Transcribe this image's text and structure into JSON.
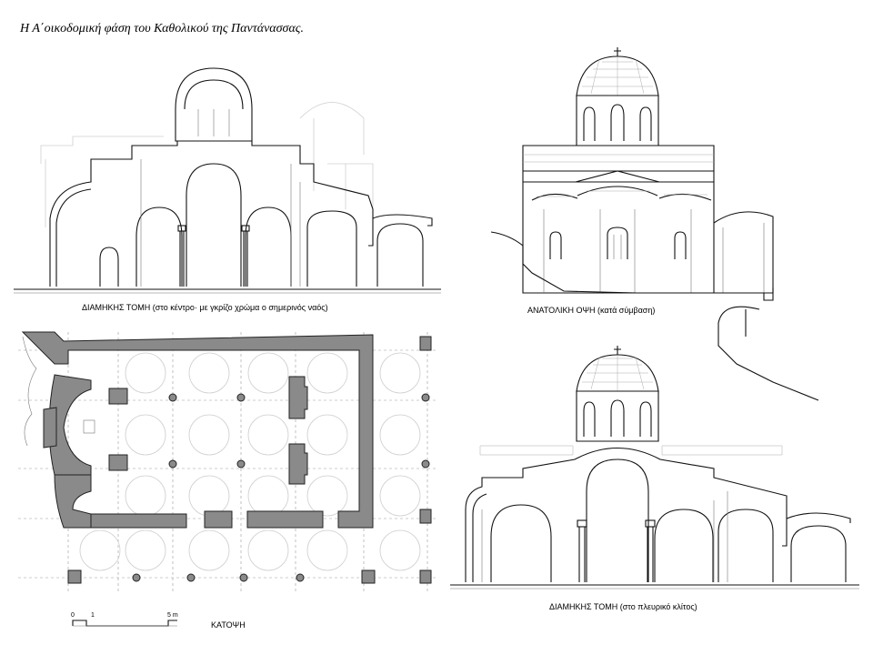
{
  "title": "Η Α΄οικοδομική φάση του Καθολικού της Παντάνασσας.",
  "captions": {
    "longitudinal_section_1": "ΔΙΑΜΗΚΗΣ ΤΟΜΗ (στο κέντρο· με γκρίζο χρώμα ο σημερινός ναός)",
    "east_elevation": "ΑΝΑΤΟΛΙΚΗ ΟΨΗ  (κατά σύμβαση)",
    "plan": "ΚΑΤΟΨΗ",
    "longitudinal_section_2": "ΔΙΑΜΗΚΗΣ ΤΟΜΗ  (στο πλευρικό κλίτος)"
  },
  "scale_bar": {
    "labels": [
      "0",
      "1",
      "5 m"
    ]
  }
}
